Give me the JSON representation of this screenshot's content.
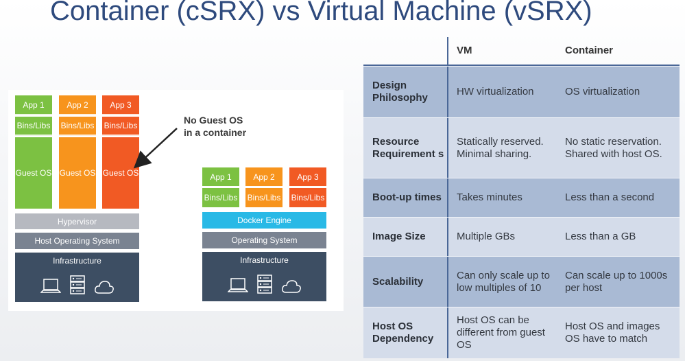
{
  "title": "Container (cSRX) vs Virtual Machine (vSRX)",
  "vm_stack": {
    "apps": [
      "App 1",
      "App 2",
      "App 3"
    ],
    "bins": [
      "Bins/Libs",
      "Bins/Libs",
      "Bins/Libs"
    ],
    "guests": [
      "Guest OS",
      "Guest OS",
      "Guest OS"
    ],
    "hypervisor": "Hypervisor",
    "host_os": "Host Operating System",
    "infrastructure": "Infrastructure"
  },
  "container_stack": {
    "apps": [
      "App 1",
      "App 2",
      "App 3"
    ],
    "bins": [
      "Bins/Libs",
      "Bins/Libs",
      "Bins/Libs"
    ],
    "engine": "Docker Engine",
    "os": "Operating System",
    "infrastructure": "Infrastructure"
  },
  "annotation": {
    "line1": "No Guest OS",
    "line2": "in a container"
  },
  "icons": [
    "laptop-icon",
    "server-icon",
    "cloud-icon"
  ],
  "colors": {
    "title": "#2e4a7d",
    "app1": "#7cc142",
    "app2": "#f7941d",
    "app3": "#f15a24",
    "docker": "#29b9e6",
    "infrastructure": "#3d4e63",
    "table_dark": "#a9bad4",
    "table_light": "#d4dcea"
  },
  "table": {
    "headers": [
      "",
      "VM",
      "Container"
    ],
    "rows": [
      {
        "label": "Design Philosophy",
        "vm": "HW virtualization",
        "container": "OS virtualization"
      },
      {
        "label": "Resource Requirement s",
        "vm": "Statically reserved. Minimal sharing.",
        "container": "No static reservation. Shared with host OS."
      },
      {
        "label": "Boot-up times",
        "vm": "Takes minutes",
        "container": "Less than a second"
      },
      {
        "label": "Image Size",
        "vm": "Multiple GBs",
        "container": "Less than a GB"
      },
      {
        "label": "Scalability",
        "vm": "Can only scale up to low multiples of 10",
        "container": "Can scale up to 1000s per host"
      },
      {
        "label": "Host OS Dependency",
        "vm": "Host OS can be different from guest OS",
        "container": "Host OS and images OS have to match"
      }
    ]
  }
}
